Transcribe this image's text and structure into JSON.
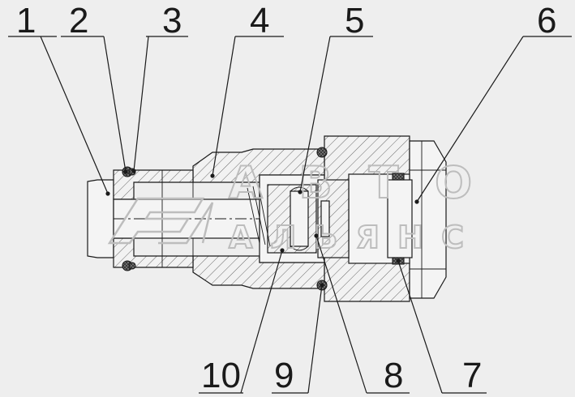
{
  "callouts": [
    {
      "id": "1",
      "label": "1"
    },
    {
      "id": "2",
      "label": "2"
    },
    {
      "id": "3",
      "label": "3"
    },
    {
      "id": "4",
      "label": "4"
    },
    {
      "id": "5",
      "label": "5"
    },
    {
      "id": "6",
      "label": "6"
    },
    {
      "id": "7",
      "label": "7"
    },
    {
      "id": "8",
      "label": "8"
    },
    {
      "id": "9",
      "label": "9"
    },
    {
      "id": "10",
      "label": "10"
    }
  ],
  "watermark": {
    "line1": "АВТО",
    "line2": "АЛЬЯНС",
    "mark": "logo-icon"
  },
  "colors": {
    "background": "#eeeeee",
    "line": "#1a1a1a",
    "watermark": "#bdbdbd"
  }
}
